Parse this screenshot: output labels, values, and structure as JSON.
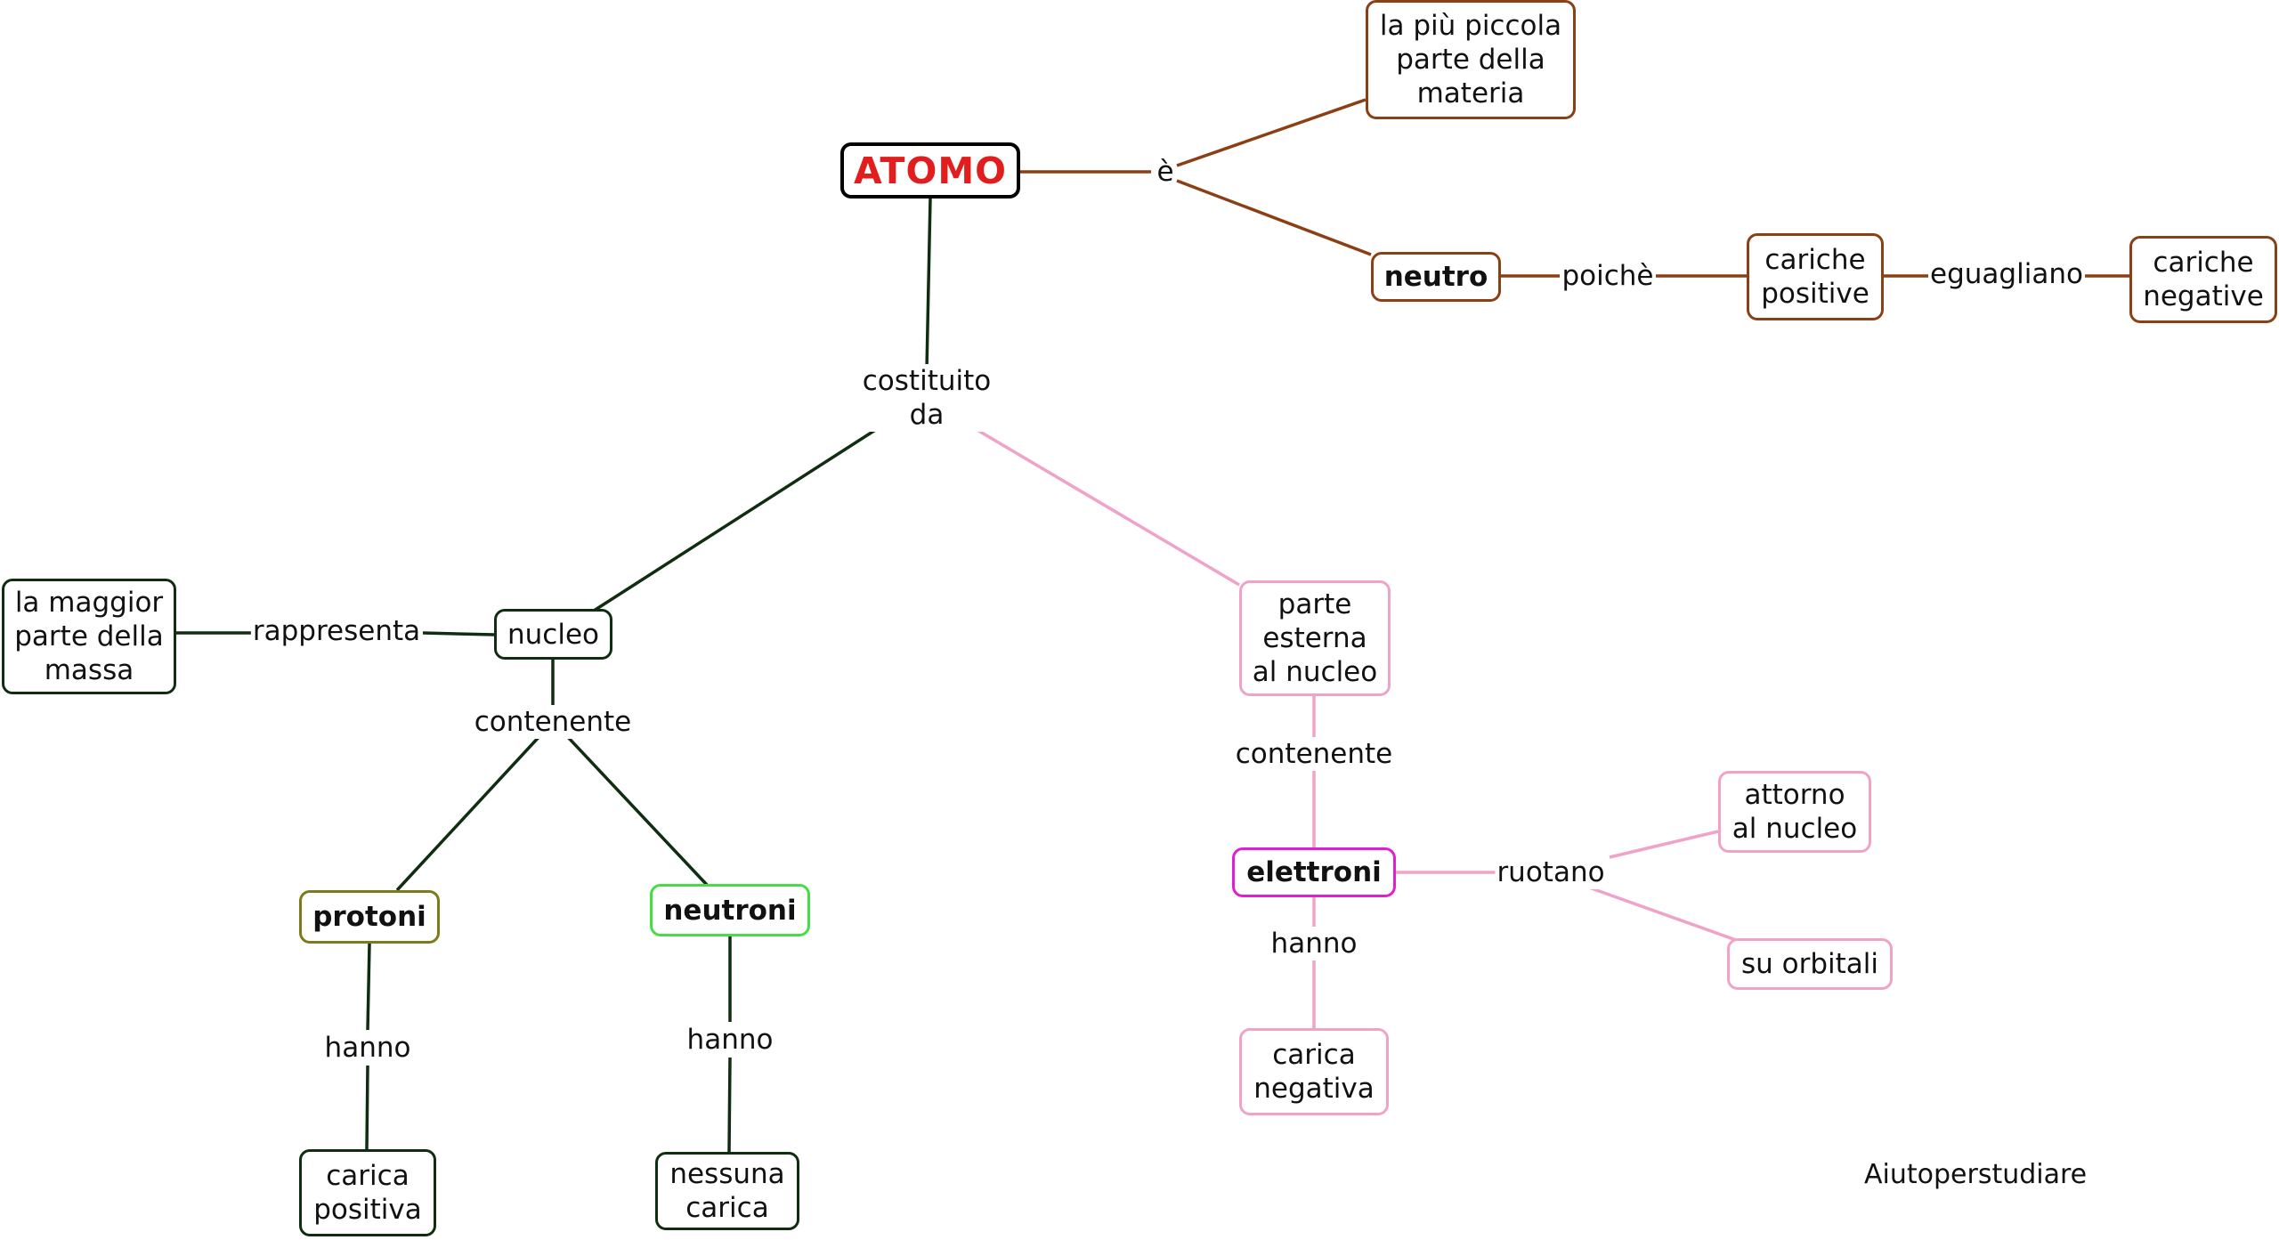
{
  "nodes": {
    "atomo": "ATOMO",
    "piu_piccola": "la più piccola\nparte della\nmateria",
    "neutro": "neutro",
    "cariche_positive": "cariche\npositive",
    "cariche_negative": "cariche\nnegative",
    "maggior_parte": "la maggior\nparte della\nmassa",
    "nucleo": "nucleo",
    "parte_esterna": "parte\nesterna\nal nucleo",
    "protoni": "protoni",
    "neutroni": "neutroni",
    "elettroni": "elettroni",
    "attorno_nucleo": "attorno\nal nucleo",
    "su_orbitali": "su orbitali",
    "carica_positiva": "carica\npositiva",
    "nessuna_carica": "nessuna\ncarica",
    "carica_negativa": "carica\nnegativa"
  },
  "labels": {
    "e": "è",
    "poiche": "poichè",
    "eguagliano": "eguagliano",
    "costituito_da": "costituito\nda",
    "rappresenta": "rappresenta",
    "contenente_nucleo": "contenente",
    "contenente_esterna": "contenente",
    "ruotano": "ruotano",
    "hanno_protoni": "hanno",
    "hanno_neutroni": "hanno",
    "hanno_elettroni": "hanno"
  },
  "watermark": "Aiutoperstudiare",
  "colors": {
    "root_text": "#e11d1d",
    "brown": "#8b3f14",
    "dark_green": "#0f2e0f",
    "pink": "#f0a2c8",
    "magenta": "#e020d0",
    "olive": "#7d7a1a",
    "bright_green": "#44dd44"
  }
}
